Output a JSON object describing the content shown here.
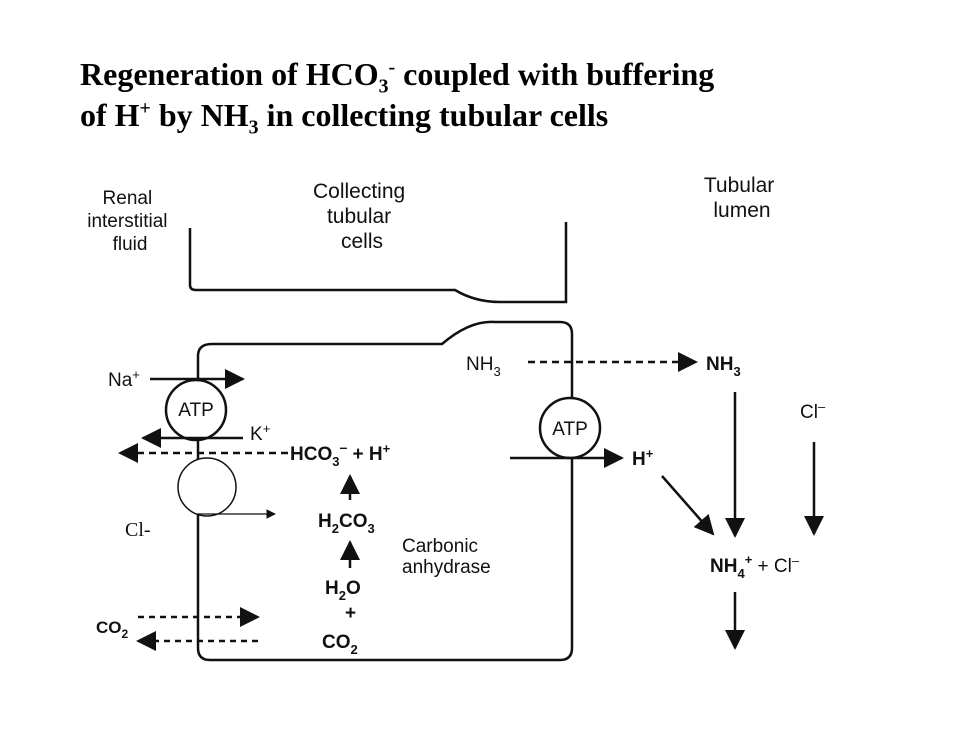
{
  "title": {
    "line1": {
      "a": "Regeneration of HCO",
      "sub": "3",
      "sup": "-",
      "b": " coupled with buffering"
    },
    "line2": {
      "a": "of H",
      "sup": "+",
      "b": " by NH",
      "sub": "3",
      "c": " in collecting tubular cells"
    }
  },
  "regions": {
    "interstitial": [
      "Renal",
      "interstitial",
      "fluid"
    ],
    "cells": [
      "Collecting",
      "tubular",
      "cells"
    ],
    "lumen": [
      "Tubular",
      "lumen"
    ]
  },
  "labels": {
    "na": "Na",
    "na_sup": "+",
    "atp_left": "ATP",
    "atp_right": "ATP",
    "k": "K",
    "k_sup": "+",
    "cl_left": "Cl-",
    "co2_left": "CO",
    "co2_left_sub": "2",
    "nh3_cell": "NH",
    "nh3_cell_sub": "3",
    "nh3_lumen": "NH",
    "nh3_lumen_sub": "3",
    "hco3": "HCO",
    "hco3_sub": "3",
    "hco3_sup": "–",
    "plus_h": " + H",
    "plus_h_sup": "+",
    "h2co3_a": "H",
    "h2co3_sub1": "2",
    "h2co3_b": "CO",
    "h2co3_sub2": "3",
    "enzyme": [
      "Carbonic",
      "anhydrase"
    ],
    "h2o_a": "H",
    "h2o_sub": "2",
    "h2o_b": "O",
    "plus": "+",
    "co2_cell": "CO",
    "co2_cell_sub": "2",
    "h_lumen": "H",
    "h_lumen_sup": "+",
    "cl_lumen": "Cl",
    "cl_lumen_sup": "–",
    "nh4": "NH",
    "nh4_sub": "4",
    "nh4_sup": "+",
    "nh4_rest": " + Cl",
    "nh4_rest_sup": "–"
  }
}
